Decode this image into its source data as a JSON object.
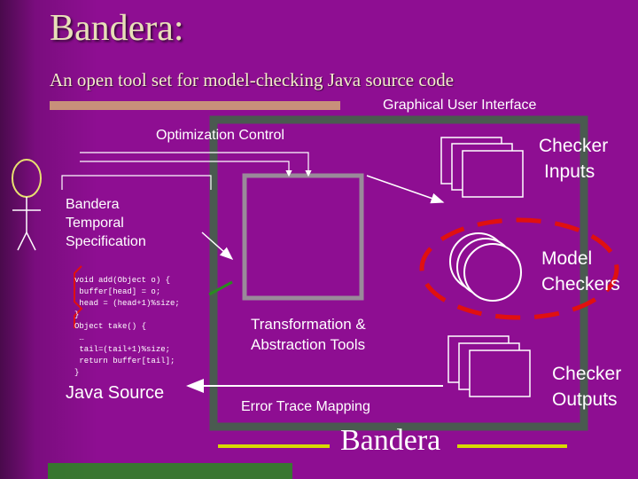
{
  "slide": {
    "title": "Bandera:",
    "subtitle": "An open tool set for model-checking Java source code"
  },
  "diagram": {
    "gui_label": "Graphical User Interface",
    "optimization_label": "Optimization Control",
    "spec_label_lines": [
      "Bandera",
      "Temporal",
      "Specification"
    ],
    "java_source_label": "Java Source",
    "transformation_label_lines": [
      "Transformation &",
      "Abstraction Tools"
    ],
    "error_trace_label": "Error Trace Mapping",
    "checker_inputs_lines": [
      "Checker",
      "Inputs"
    ],
    "model_checkers_lines": [
      "Model",
      "Checkers"
    ],
    "checker_outputs_lines": [
      "Checker",
      "Outputs"
    ],
    "bandera_label": "Bandera",
    "code_lines": [
      "void add(Object o) {",
      " buffer[head] = o;",
      " head = (head+1)%size;",
      "}",
      "",
      "Object take() {",
      " …",
      " tail=(tail+1)%size;",
      " return buffer[tail];",
      "}"
    ]
  },
  "colors": {
    "background": "#8e0e92",
    "gui_frame": "#4a5a50",
    "tool_box": "#9a8a9a",
    "dashed_ellipse": "#e01010",
    "checker_fill": "#8e0e92",
    "bandera_rule": "#d8d800",
    "accent_green": "#2a8a20"
  }
}
